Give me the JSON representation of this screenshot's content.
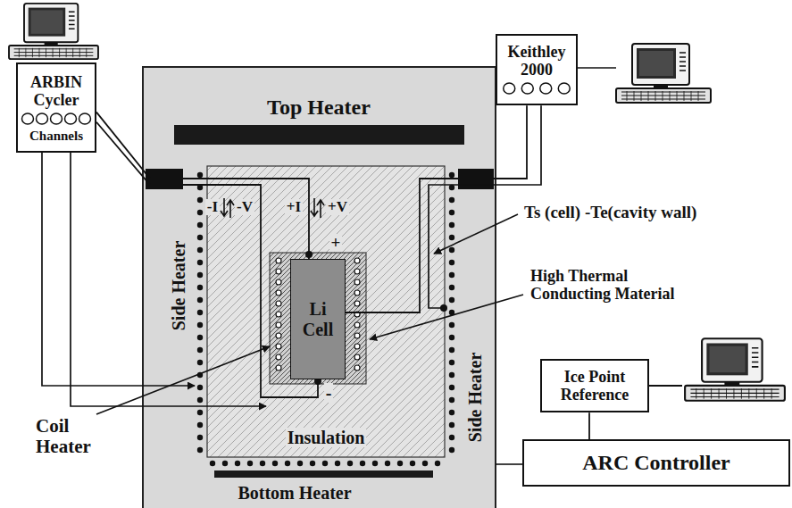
{
  "diagram": {
    "nodes": [
      {
        "text": [
          "ARBIN Cycler",
          "Channels"
        ]
      },
      {
        "text": [
          "Keithley 2000"
        ]
      },
      {
        "text": [
          "Li Cell"
        ]
      },
      {
        "text": [
          "Ice Point Reference"
        ]
      },
      {
        "text": [
          "ARC Controller"
        ]
      }
    ],
    "edges": [
      {
        "from": 0,
        "to": 2,
        "arrow": "none"
      },
      {
        "from": 0,
        "to": 2,
        "arrow": "none"
      },
      {
        "from": 1,
        "to": 2,
        "arrow": "none"
      },
      {
        "from": 3,
        "to": 4,
        "arrow": "none"
      }
    ],
    "labels": [
      "Top Heater",
      "Side Heater",
      "Side Heater",
      "Insulation",
      "Bottom Heater",
      "-I",
      "-V",
      "+I",
      "+V",
      "+",
      "-",
      "Ts (cell) -Te(cavity wall)",
      "High Thermal Conducting Material",
      "Coil Heater"
    ]
  }
}
